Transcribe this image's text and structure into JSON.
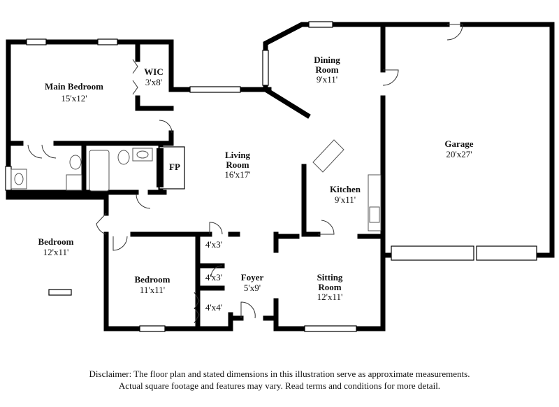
{
  "rooms": {
    "main_bedroom": {
      "name": "Main Bedroom",
      "dim": "15'x12'"
    },
    "wic": {
      "name": "WIC",
      "dim": "3'x8'"
    },
    "dining": {
      "name": "Dining Room",
      "dim": "9'x11'"
    },
    "garage": {
      "name": "Garage",
      "dim": "20'x27'"
    },
    "living": {
      "name": "Living Room",
      "dim": "16'x17'"
    },
    "fireplace": {
      "name": "FP"
    },
    "kitchen": {
      "name": "Kitchen",
      "dim": "9'x11'"
    },
    "bedroom_left": {
      "name": "Bedroom",
      "dim": "12'x11'"
    },
    "bedroom_mid": {
      "name": "Bedroom",
      "dim": "11'x11'"
    },
    "closet_a": {
      "dim": "4'x3'"
    },
    "closet_b": {
      "dim": "4'x3'"
    },
    "closet_c": {
      "dim": "4'x4'"
    },
    "foyer": {
      "name": "Foyer",
      "dim": "5'x9'"
    },
    "sitting": {
      "name": "Sitting Room",
      "dim": "12'x11'"
    }
  },
  "disclaimer": {
    "line1": "Disclaimer: The floor plan and stated dimensions in this illustration serve as approximate measurements.",
    "line2": "Actual square footage and features may vary. Read terms and conditions for more detail."
  },
  "colors": {
    "wall": "#000000",
    "fixture": "#555555",
    "background": "#ffffff"
  }
}
